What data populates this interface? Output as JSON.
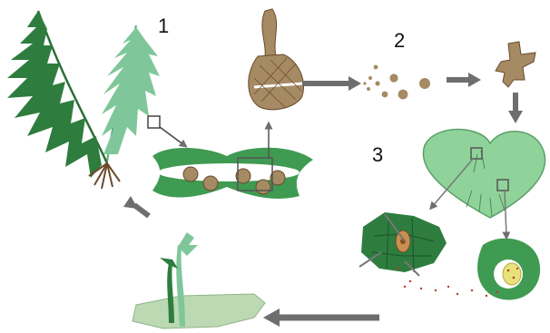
{
  "labels": {
    "stage_1": "1",
    "stage_2": "2",
    "stage_3": "3"
  },
  "stages": [
    {
      "number": "1",
      "description_icon": "mature-sporophyte-fern-icon"
    },
    {
      "number": "2",
      "description_icon": "spore-release-icon"
    },
    {
      "number": "3",
      "description_icon": "gametophyte-prothallus-icon"
    }
  ],
  "colors": {
    "fern_dark": "#2e7d3f",
    "fern_light": "#7fc79a",
    "sporangium_brown": "#a58a63",
    "prothallus_green": "#6fbf73",
    "arrow_gray": "#6e6e6e",
    "egg_yellow": "#e8e27a",
    "sperm_red": "#c0392b"
  }
}
